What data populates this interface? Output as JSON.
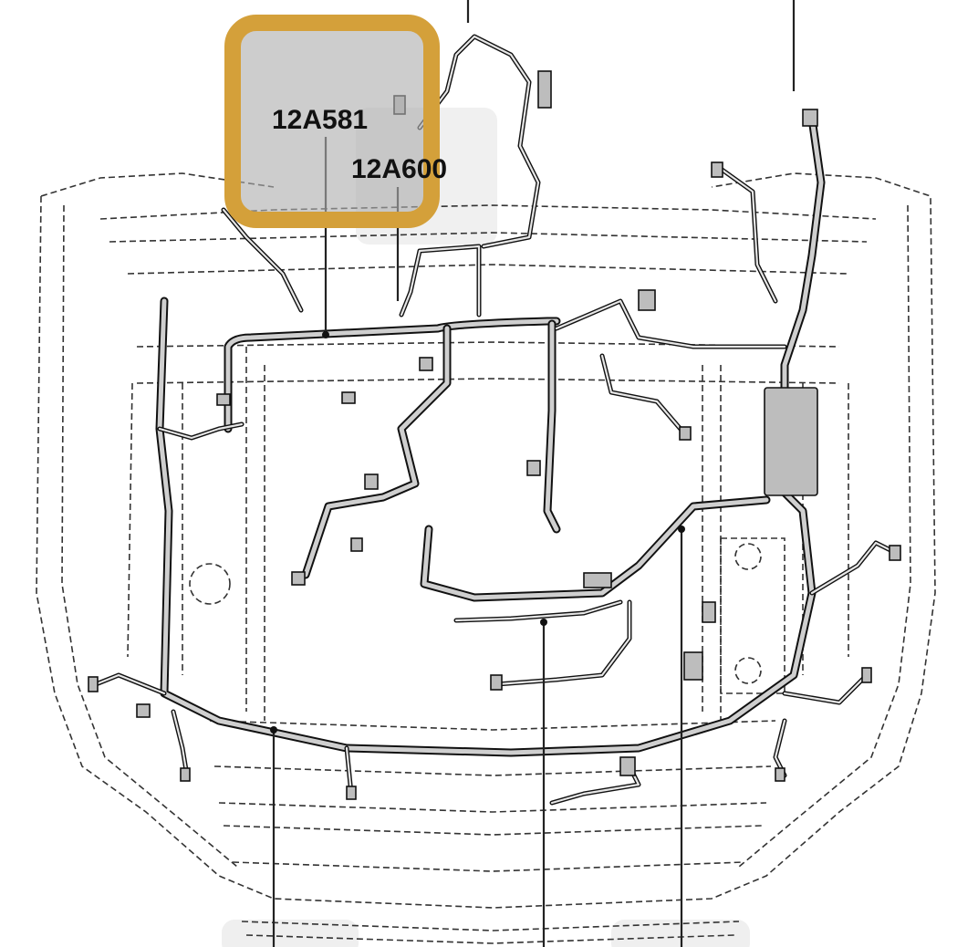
{
  "diagram": {
    "callouts": [
      {
        "id": "callout-12a581",
        "text": "12A581"
      },
      {
        "id": "callout-12a600",
        "text": "12A600"
      }
    ],
    "highlight": {
      "border_color": "#D4A03A",
      "fill_color": "#C8C8C8"
    }
  }
}
